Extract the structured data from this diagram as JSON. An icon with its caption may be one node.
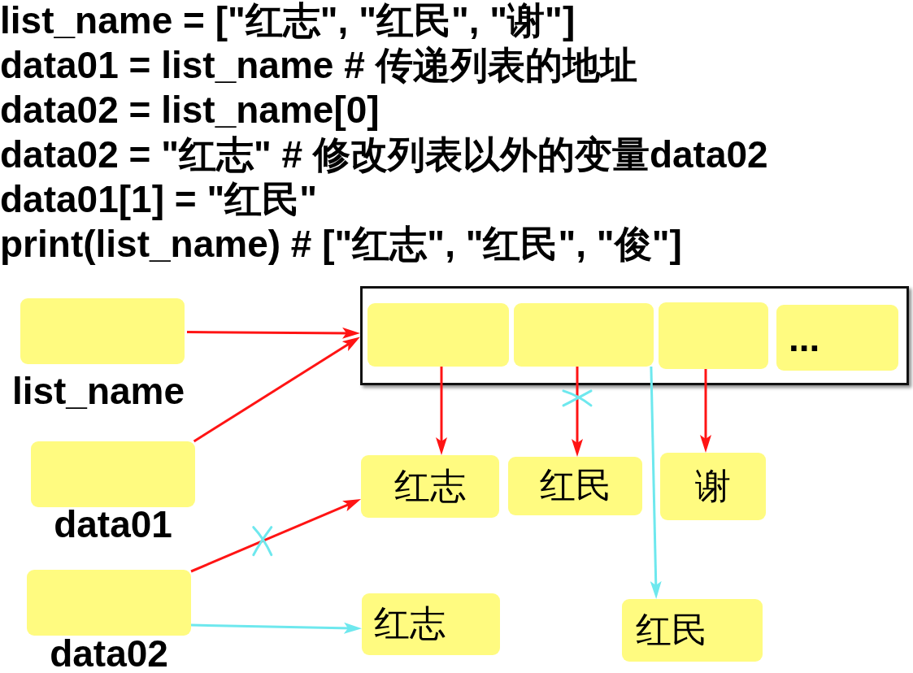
{
  "diagram": {
    "nodes": [
      {
        "text": [
          "list_name"
        ]
      },
      {
        "text": [],
        "shape": "box"
      },
      {
        "text": [],
        "shape": "box",
        "in": 1
      },
      {
        "text": [],
        "shape": "box",
        "in": 1
      },
      {
        "text": [],
        "shape": "box",
        "in": 1
      },
      {
        "text": [
          "..."
        ],
        "in": 1
      },
      {
        "text": [
          "data01"
        ]
      },
      {
        "text": [
          "红志"
        ]
      },
      {
        "text": [
          "红民"
        ]
      },
      {
        "text": [
          "谢"
        ]
      },
      {
        "text": [
          "data02"
        ]
      },
      {
        "text": [
          "红志"
        ]
      },
      {
        "text": [
          "红民"
        ]
      }
    ],
    "edges": [
      {
        "from": 0,
        "to": 1,
        "arrow": "to"
      },
      {
        "from": 6,
        "to": 1,
        "arrow": "to"
      },
      {
        "from": 2,
        "to": 7,
        "arrow": "to"
      },
      {
        "from": 3,
        "to": 8,
        "arrow": "to"
      },
      {
        "from": 4,
        "to": 9,
        "arrow": "to"
      },
      {
        "from": 3,
        "to": 12,
        "arrow": "to",
        "color": "#6ee8ee"
      },
      {
        "from": 10,
        "to": 7,
        "arrow": "to"
      },
      {
        "from": 10,
        "to": 11,
        "arrow": "to",
        "color": "#6ee8ee"
      }
    ],
    "labels": [
      "list_name = [\"红志\", \"红民\", \"谢\"]",
      "data01 = list_name # 传递列表的地址",
      "data02 = list_name[0]",
      "data02 = \"红志\" # 修改列表以外的变量data02",
      "data01[1] = \"红民\"",
      "print(list_name) # [\"红志\", \"红民\", \"俊\"]"
    ]
  }
}
